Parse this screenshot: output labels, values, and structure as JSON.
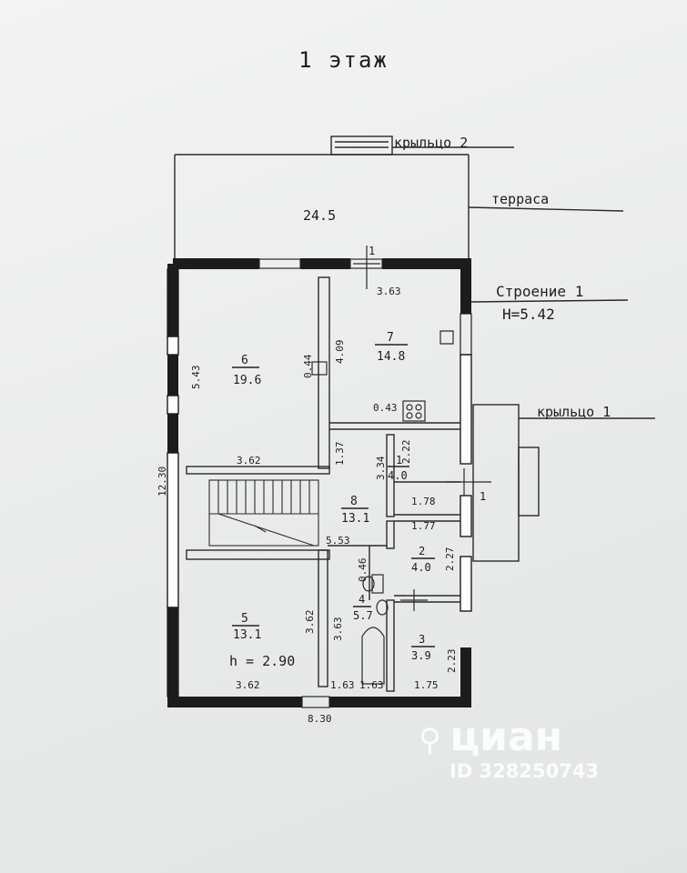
{
  "header": {
    "title": "1 этаж"
  },
  "labels": {
    "porch2": "крыльцо 2",
    "terrace": "терраса",
    "terrace_area": "24.5",
    "building": "Строение 1",
    "building_height": "H=5.42",
    "porch1": "крыльцо 1",
    "axis_mark_top": "1",
    "axis_mark_right": "1",
    "room_height": "h = 2.90"
  },
  "rooms": [
    {
      "num": "6",
      "area": "19.6"
    },
    {
      "num": "7",
      "area": "14.8"
    },
    {
      "num": "1",
      "area": "4.0"
    },
    {
      "num": "8",
      "area": "13.1"
    },
    {
      "num": "2",
      "area": "4.0"
    },
    {
      "num": "4",
      "area": "5.7"
    },
    {
      "num": "5",
      "area": "13.1"
    },
    {
      "num": "3",
      "area": "3.9"
    }
  ],
  "dims": {
    "d363": "3.63",
    "d543": "5.43",
    "d044": "0.44",
    "d409": "4.09",
    "d043": "0.43",
    "d362a": "3.62",
    "d137": "1.37",
    "d334": "3.34",
    "d222": "2.22",
    "d1230": "12.30",
    "d178": "1.78",
    "d177": "1.77",
    "d553": "5.53",
    "d046": "0.46",
    "d227": "2.27",
    "d362b": "3.62",
    "d363b": "3.63",
    "d223": "2.23",
    "d362c": "3.62",
    "d163a": "1.63",
    "d163b": "1.63",
    "d175": "1.75",
    "d830": "8.30"
  },
  "watermark": {
    "brand": "циан",
    "id": "ID 328250743"
  }
}
